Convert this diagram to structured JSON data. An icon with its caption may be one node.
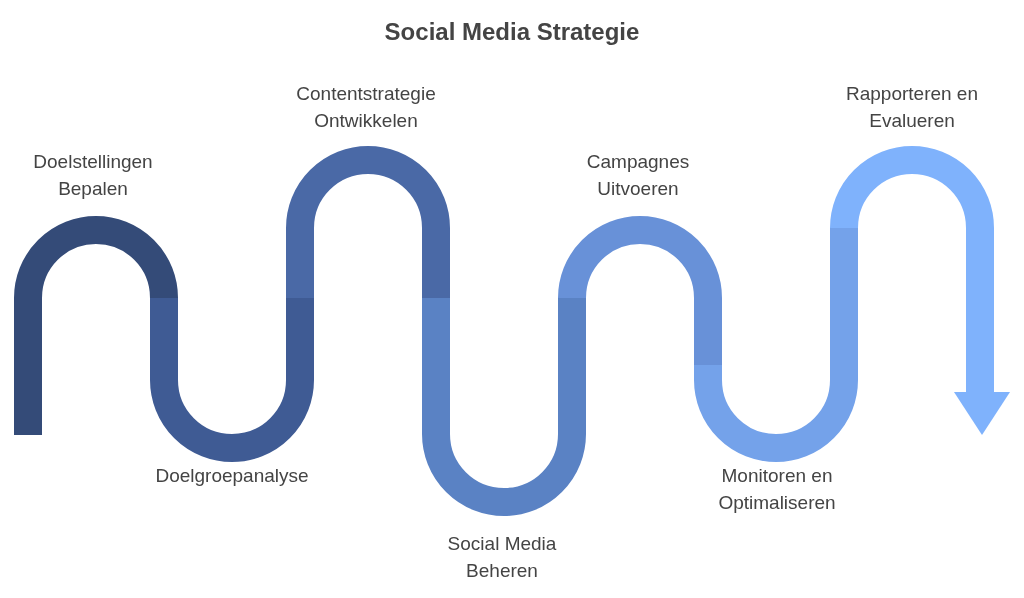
{
  "diagram": {
    "title": "Social Media Strategie",
    "labels": [
      "Doelstellingen Bepalen",
      "Doelgroepanalyse",
      "Contentstrategie Ontwikkelen",
      "Social Media Beheren",
      "Campagnes Uitvoeren",
      "Monitoren en Optimaliseren",
      "Rapporteren en Evalueren"
    ]
  }
}
